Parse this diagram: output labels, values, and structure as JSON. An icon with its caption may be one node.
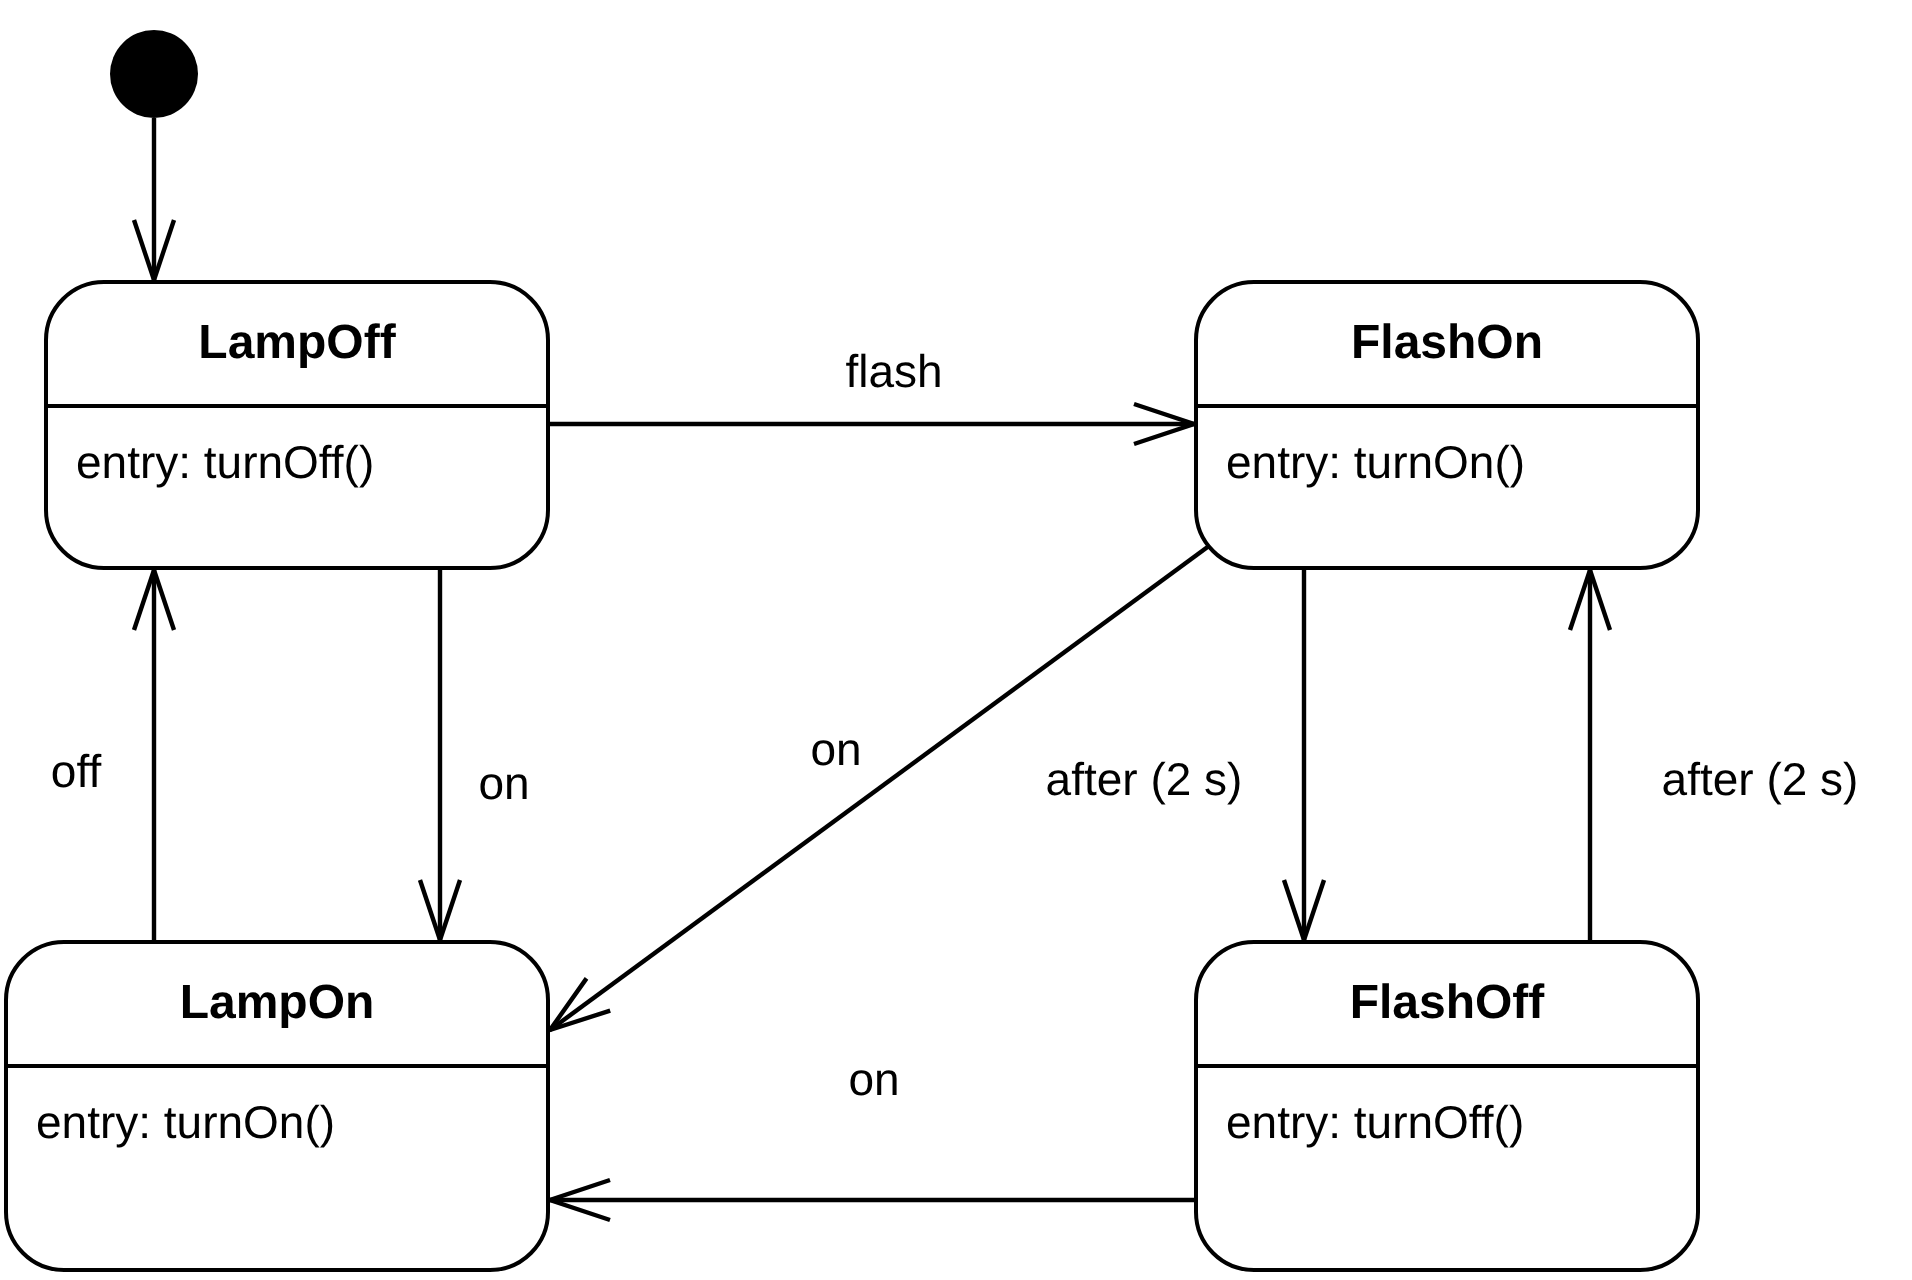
{
  "diagram": {
    "nodes": [
      {
        "text": [],
        "shape": "circle"
      },
      {
        "text": [
          "LampOff",
          "entry: turnOff()"
        ]
      },
      {
        "text": [
          "FlashOn",
          "entry: turnOn()"
        ]
      },
      {
        "text": [
          "LampOn",
          "entry: turnOn()"
        ]
      },
      {
        "text": [
          "FlashOff",
          "entry: turnOff()"
        ]
      }
    ],
    "edges": [
      {
        "from": 0,
        "to": 1,
        "arrow": "to"
      },
      {
        "from": 1,
        "to": 2,
        "arrow": "to",
        "label": "flash"
      },
      {
        "from": 1,
        "to": 3,
        "arrow": "to",
        "label": "on"
      },
      {
        "from": 3,
        "to": 1,
        "arrow": "to",
        "label": "off"
      },
      {
        "from": 2,
        "to": 3,
        "arrow": "to",
        "label": "on"
      },
      {
        "from": 2,
        "to": 4,
        "arrow": "to",
        "label": "after (2 s)"
      },
      {
        "from": 4,
        "to": 2,
        "arrow": "to",
        "label": "after (2 s)"
      },
      {
        "from": 4,
        "to": 3,
        "arrow": "to",
        "label": "on"
      }
    ]
  }
}
